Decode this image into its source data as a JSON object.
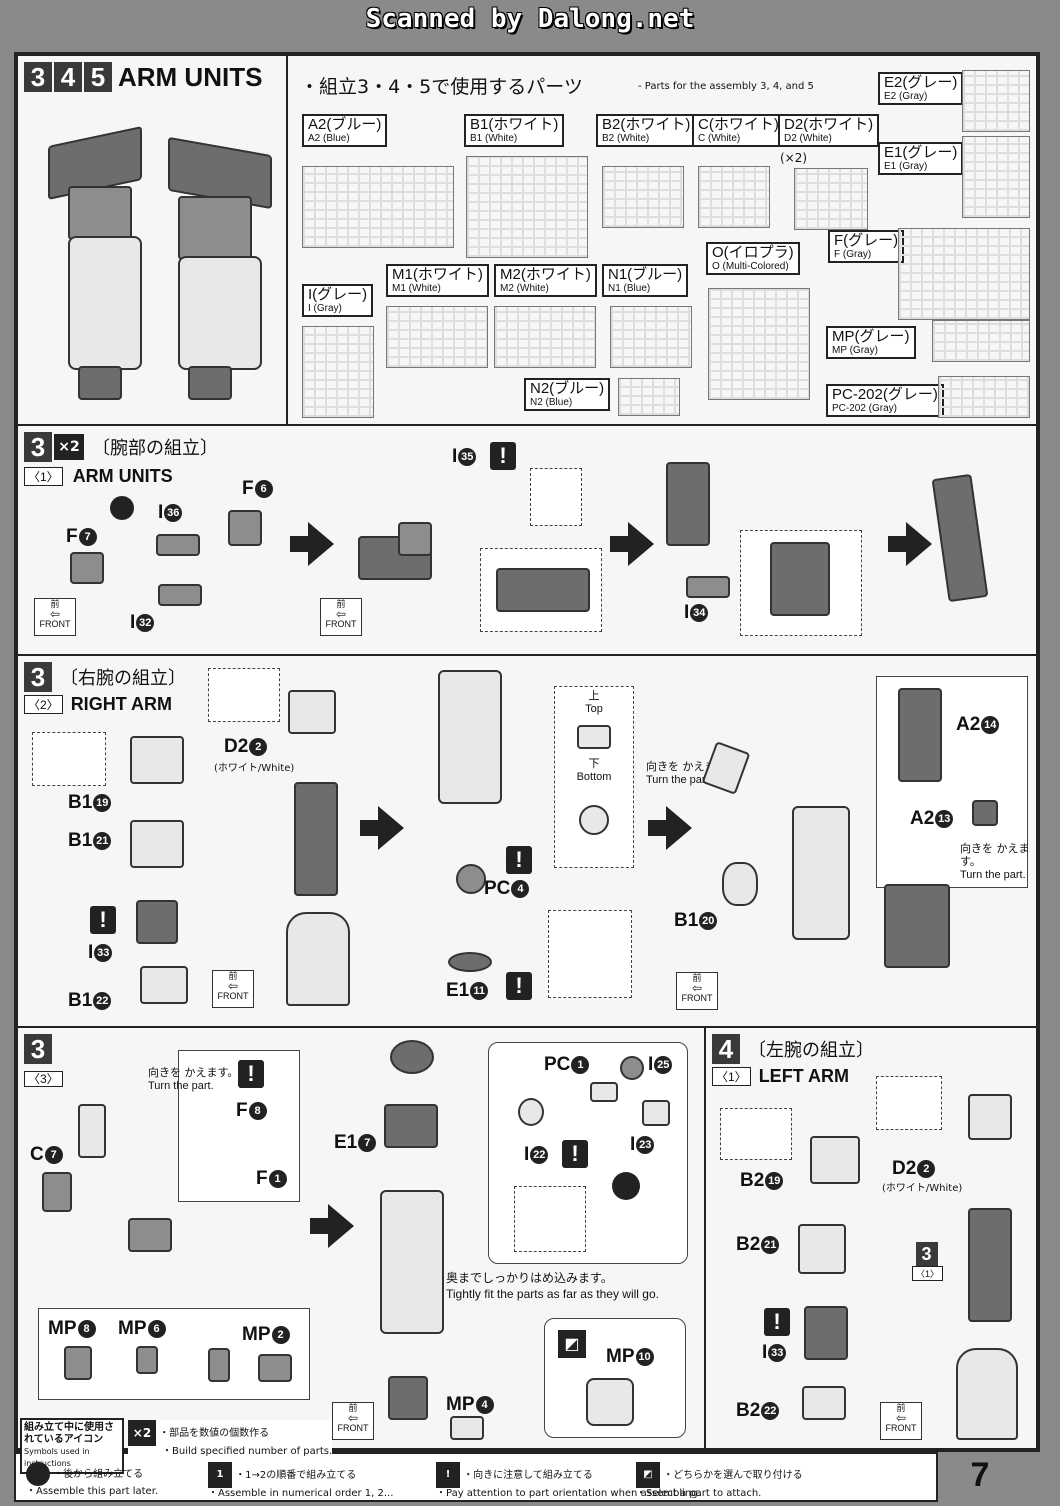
{
  "banner": "Scanned by Dalong.net",
  "header": {
    "steps": [
      "3",
      "4",
      "5"
    ],
    "title": "ARM UNITS",
    "parts_jp": "・組立3・4・5で使用するパーツ",
    "parts_en": "- Parts for the assembly 3, 4, and 5"
  },
  "runners": [
    {
      "jp": "A2(ブルー)",
      "en": "A2 (Blue)"
    },
    {
      "jp": "B1(ホワイト)",
      "en": "B1 (White)"
    },
    {
      "jp": "B2(ホワイト)",
      "en": "B2 (White)"
    },
    {
      "jp": "C(ホワイト)",
      "en": "C (White)"
    },
    {
      "jp": "D2(ホワイト)",
      "en": "D2 (White)",
      "extra": "(×2)"
    },
    {
      "jp": "E2(グレー)",
      "en": "E2 (Gray)"
    },
    {
      "jp": "E1(グレー)",
      "en": "E1 (Gray)"
    },
    {
      "jp": "I(グレー)",
      "en": "I (Gray)"
    },
    {
      "jp": "M1(ホワイト)",
      "en": "M1 (White)"
    },
    {
      "jp": "M2(ホワイト)",
      "en": "M2 (White)"
    },
    {
      "jp": "N1(ブルー)",
      "en": "N1 (Blue)"
    },
    {
      "jp": "O(イロプラ)",
      "en": "O (Multi-Colored)"
    },
    {
      "jp": "F(グレー)",
      "en": "F (Gray)"
    },
    {
      "jp": "MP(グレー)",
      "en": "MP (Gray)"
    },
    {
      "jp": "N2(ブルー)",
      "en": "N2 (Blue)"
    },
    {
      "jp": "PC-202(グレー)",
      "en": "PC-202 (Gray)"
    }
  ],
  "step3_1": {
    "num": "3",
    "sub": "〈1〉",
    "mult": "×2",
    "title_jp": "〔腕部の組立〕",
    "title_en": "ARM UNITS",
    "parts": [
      "F",
      "F",
      "I",
      "I",
      "I",
      "I"
    ],
    "part_nums": [
      "7",
      "6",
      "36",
      "32",
      "35",
      "34"
    ]
  },
  "step3_2": {
    "num": "3",
    "sub": "〈2〉",
    "title_jp": "〔右腕の組立〕",
    "title_en": "RIGHT ARM",
    "d2": "D2",
    "d2_num": "2",
    "d2_note": "(ホワイト/White)",
    "top_jp": "上",
    "top_en": "Top",
    "bottom_jp": "下",
    "bottom_en": "Bottom",
    "turn_jp": "向きを かえます。",
    "turn_en": "Turn the part.",
    "pc": "PC",
    "pc_num": "4",
    "e1": "E1",
    "e1_num": "11",
    "b1a": "B1",
    "b1a_num": "19",
    "b1b": "B1",
    "b1b_num": "21",
    "i33": "I",
    "i33_num": "33",
    "b1c": "B1",
    "b1c_num": "22",
    "b1d": "B1",
    "b1d_num": "20",
    "a2a": "A2",
    "a2a_num": "14",
    "a2b": "A2",
    "a2b_num": "13"
  },
  "step3_3": {
    "num": "3",
    "sub": "〈3〉",
    "turn_jp": "向きを かえます。",
    "turn_en": "Turn the part.",
    "c7": "C",
    "c7_num": "7",
    "f8": "F",
    "f8_num": "8",
    "f1": "F",
    "f1_num": "1",
    "e1": "E1",
    "e1_num": "7",
    "pc": "PC",
    "pc_num": "1",
    "i25": "I",
    "i25_num": "25",
    "i22": "I",
    "i22_num": "22",
    "i23": "I",
    "i23_num": "23",
    "tight_jp": "奥までしっかりはめ込みます。",
    "tight_en": "Tightly fit the parts as far as they will go.",
    "mp8": "MP",
    "mp8_num": "8",
    "mp6": "MP",
    "mp6_num": "6",
    "mp2": "MP",
    "mp2_num": "2",
    "mp4": "MP",
    "mp4_num": "4",
    "mp10": "MP",
    "mp10_num": "10"
  },
  "step4_1": {
    "num": "4",
    "sub": "〈1〉",
    "title_jp": "〔左腕の組立〕",
    "title_en": "LEFT ARM",
    "d2": "D2",
    "d2_num": "2",
    "d2_note": "(ホワイト/White)",
    "b2a": "B2",
    "b2a_num": "19",
    "b2b": "B2",
    "b2b_num": "21",
    "i33": "I",
    "i33_num": "33",
    "b2c": "B2",
    "b2c_num": "22",
    "ref_num": "3",
    "ref_sub": "〈1〉"
  },
  "front": {
    "jp": "前",
    "en": "FRONT"
  },
  "legend": {
    "heading_jp": "組み立て中に使用されているアイコン",
    "heading_en": "Symbols used in instructions",
    "items": [
      {
        "jp": "・部品を数値の個数作る",
        "en": "・Build specified number of parts.",
        "icon": "×2"
      },
      {
        "jp": "・後から組み立てる",
        "en": "・Assemble this part later."
      },
      {
        "jp": "・1→2の順番で組み立てる",
        "en": "・Assemble in numerical order 1, 2..."
      },
      {
        "jp": "・向きに注意して組み立てる",
        "en": "・Pay attention to part orientation when assembling."
      },
      {
        "jp": "・どちらかを選んで取り付ける",
        "en": "・Select a part to attach."
      }
    ]
  },
  "page_number": "7"
}
